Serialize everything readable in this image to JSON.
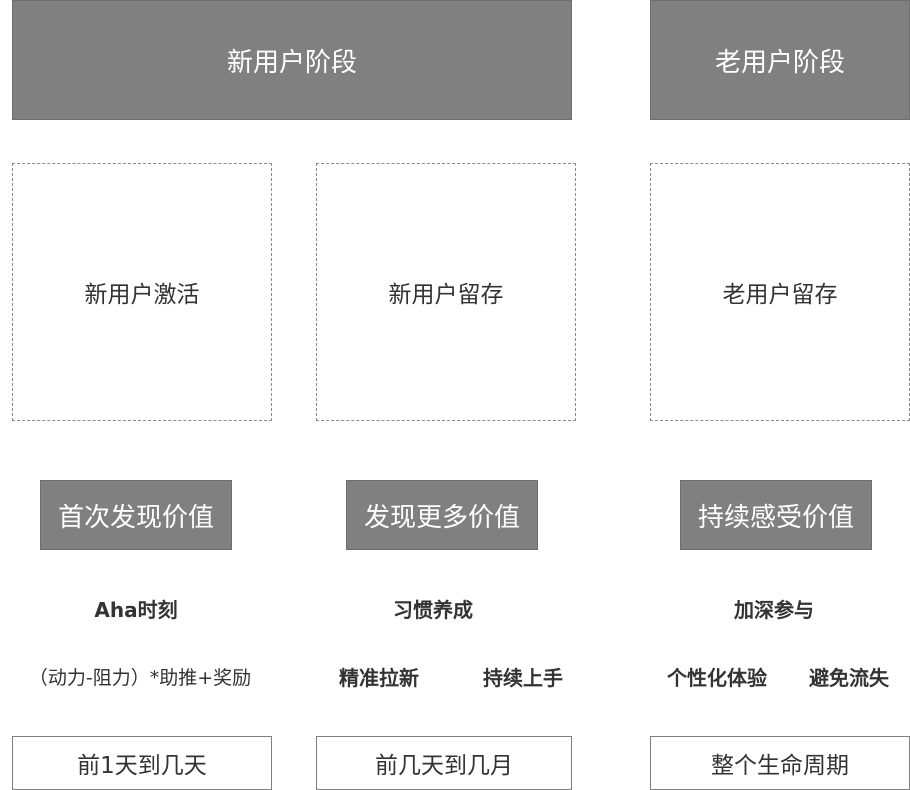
{
  "stages": {
    "new_user": "新用户阶段",
    "old_user": "老用户阶段"
  },
  "phases": {
    "activation": "新用户激活",
    "new_retention": "新用户留存",
    "old_retention": "老用户留存"
  },
  "values": {
    "first_discovery": "首次发现价值",
    "discover_more": "发现更多价值",
    "continuous": "持续感受价值"
  },
  "key_points": {
    "aha": "Aha时刻",
    "habit": "习惯养成",
    "deepen": "加深参与"
  },
  "tactics": {
    "formula": "（动力-阻力）*助推+奖励",
    "precise": "精准拉新",
    "onboarding": "持续上手",
    "personalized": "个性化体验",
    "avoid_churn": "避免流失"
  },
  "timeframes": {
    "days": "前1天到几天",
    "months": "前几天到几月",
    "lifetime": "整个生命周期"
  }
}
